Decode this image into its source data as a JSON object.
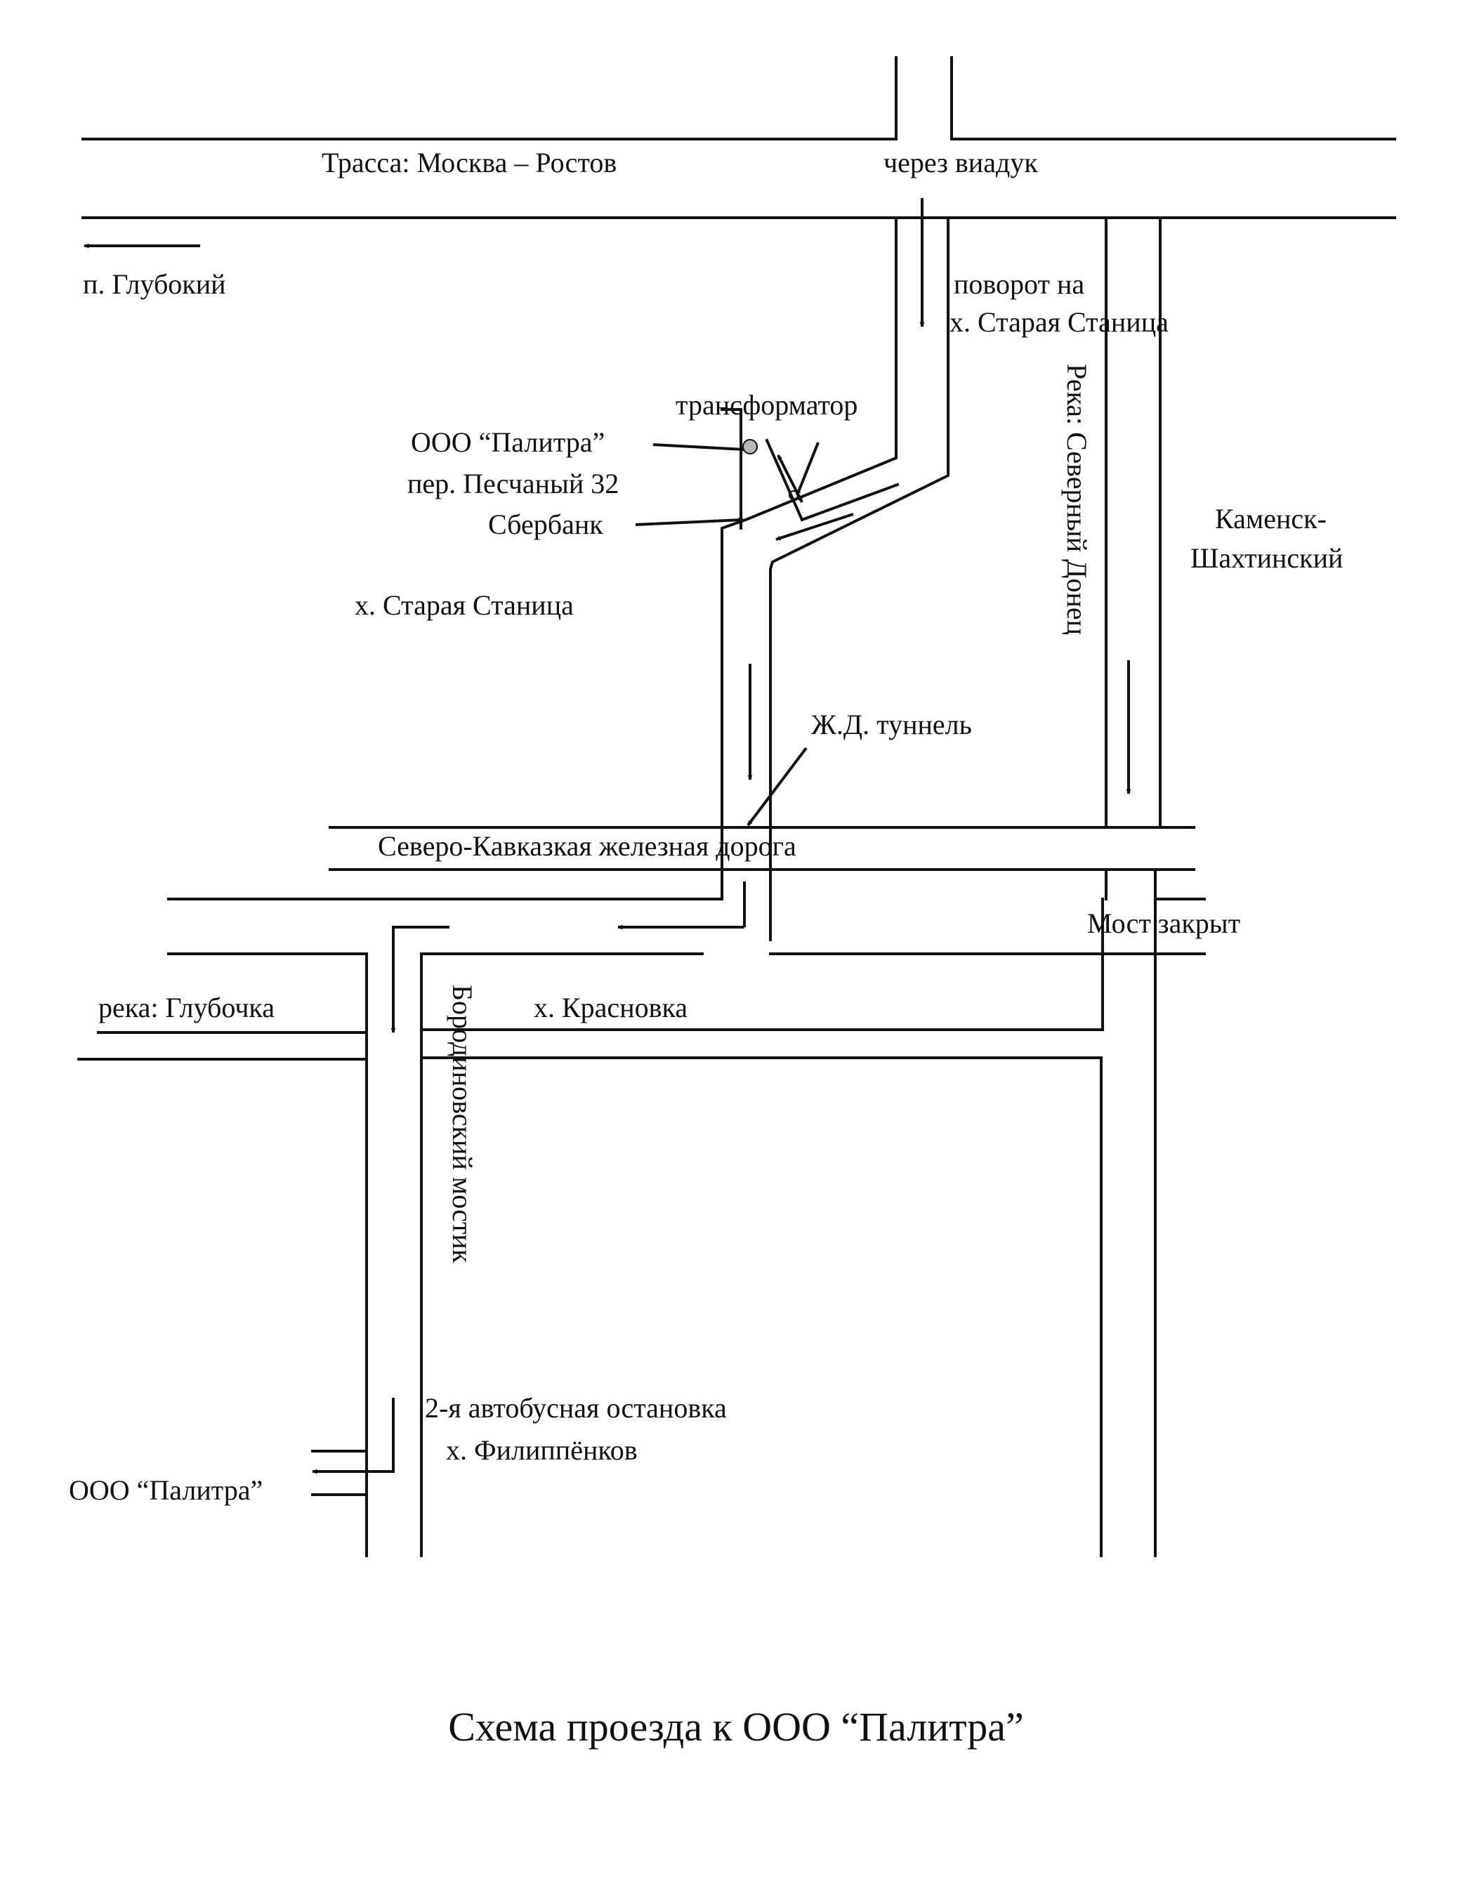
{
  "map": {
    "caption": "Схема проезда к ООО “Палитра”",
    "labels": {
      "highway": "Трасса: Москва – Ростов",
      "viaduct": "через виадук",
      "glubokiy": "п. Глубокий",
      "turn_line1": "поворот на",
      "turn_line2": "х. Старая Станица",
      "transformer": "трансформатор",
      "palitra_top": "ООО “Палитра”",
      "address": "пер. Песчаный 32",
      "sberbank": "Сбербанк",
      "staraya_stanitsa": "х. Старая Станица",
      "river_donets": "Река: Северный Донец",
      "kamensk_line1": "Каменск-",
      "kamensk_line2": "Шахтинский",
      "rail_tunnel": "Ж.Д. туннель",
      "railway": "Северо-Кавказкая железная дорога",
      "bridge_closed": "Мост закрыт",
      "river_glubochka": "река: Глубочка",
      "krasnovka": "х. Красновка",
      "borodinovskiy": "Бородиновский мостик",
      "bus_stop": "2-я автобусная остановка",
      "filippenkov": "х. Филиппёнков",
      "palitra_bottom": "ООО “Палитра”"
    },
    "colors": {
      "ink": "#111111",
      "paper": "#ffffff",
      "marker_fill": "#b8b8b8"
    },
    "icons": {
      "company_marker": "circle-marker",
      "transformer_marker": "circle-marker"
    }
  }
}
